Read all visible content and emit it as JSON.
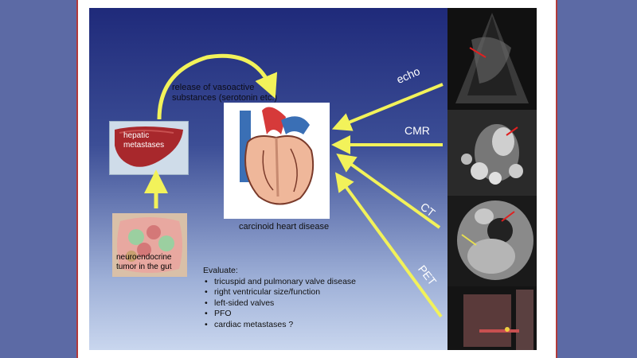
{
  "labels": {
    "release": "release of vasoactive substances (serotonin etc.)",
    "liver": "hepatic metastases",
    "gut": "neuroendocrine tumor in the gut",
    "heart_caption": "carcinoid heart disease"
  },
  "evaluate": {
    "title": "Evaluate:",
    "items": [
      "tricuspid and pulmonary valve disease",
      "right ventricular size/function",
      "left-sided valves",
      "PFO",
      "cardiac metastases ?"
    ]
  },
  "modalities": [
    "echo",
    "CMR",
    "CT",
    "PET"
  ],
  "colors": {
    "arrow": "#f2f25a",
    "panel_top": "#1f2a7a",
    "outside": "#5c6aa5"
  }
}
